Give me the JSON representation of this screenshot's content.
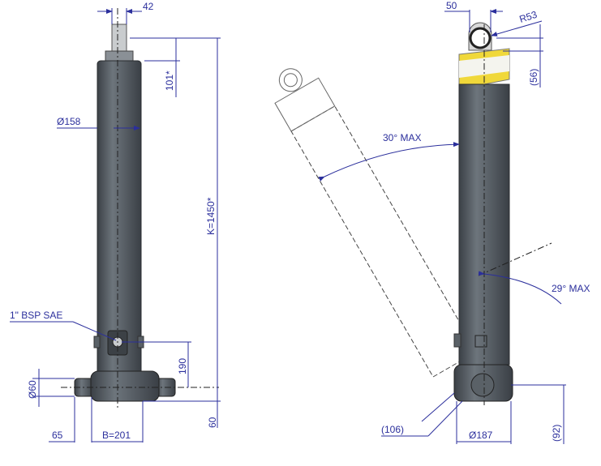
{
  "left_view": {
    "rod_width": "42",
    "rod_extension": "101*",
    "body_diameter": "Ø158",
    "closed_length": "K=1450*",
    "port_label": "1\" BSP SAE",
    "port_height": "190",
    "trunnion_diameter": "Ø60",
    "base_offset": "60",
    "trunnion_length": "65",
    "base_width": "B=201"
  },
  "right_view": {
    "eye_width": "50",
    "eye_radius": "R53",
    "eye_height": "(56)",
    "tilt_forward": "30° MAX",
    "tilt_back": "29° MAX",
    "base_projection": "(106)",
    "base_diameter": "Ø187",
    "base_height": "(92)"
  },
  "colors": {
    "body": "#4e555c",
    "dimension": "#2b2f9c",
    "cap_yellow": "#f0d83a"
  }
}
